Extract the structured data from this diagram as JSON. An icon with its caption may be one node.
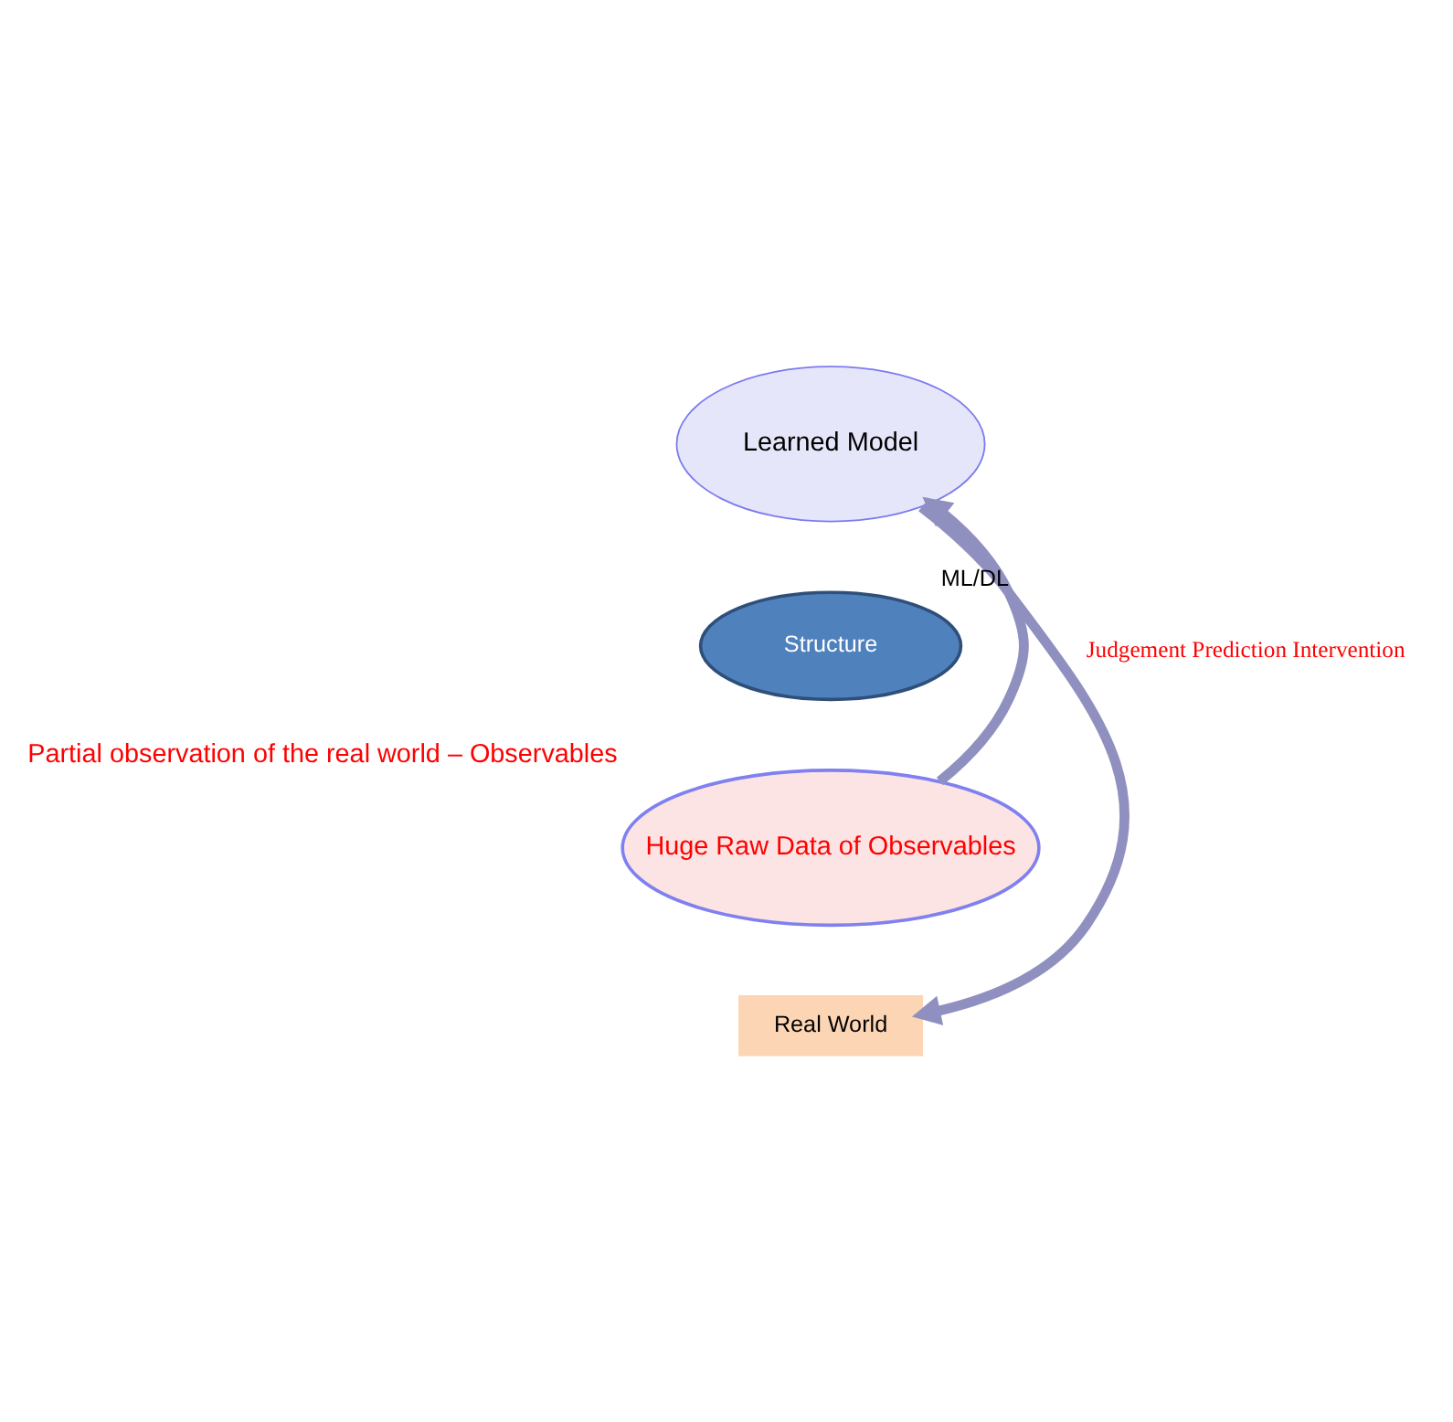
{
  "diagram": {
    "nodes": [
      {
        "text": [
          "Learned Model"
        ]
      },
      {
        "text": [
          "Structure"
        ]
      },
      {
        "text": [
          "Huge Raw Data of Observables"
        ],
        "beside": [
          "Partial observation of the real world – Observables"
        ]
      },
      {
        "text": [
          "Real World"
        ]
      }
    ],
    "edges": [
      {
        "from": 0,
        "to": 3,
        "arrow": "to",
        "label": "Judgement Prediction Intervention"
      },
      {
        "from": 2,
        "to": 0,
        "arrow": "to",
        "label": "ML/DL"
      }
    ]
  }
}
